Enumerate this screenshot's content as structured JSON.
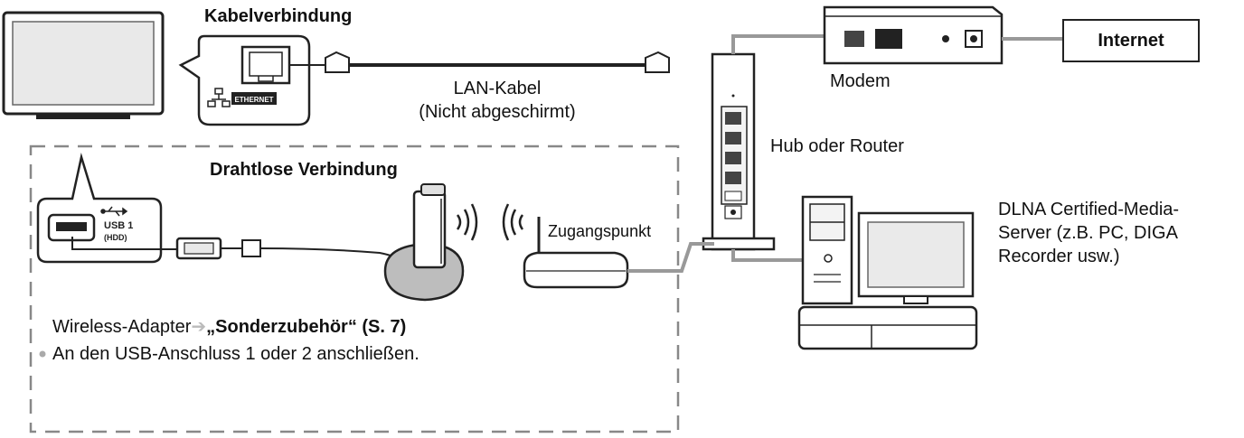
{
  "labels": {
    "wired_title": "Kabelverbindung",
    "ethernet_port_text": "ETHERNET",
    "lan_cable_line1": "LAN-Kabel",
    "lan_cable_line2": "(Nicht abgeschirmt)",
    "wireless_title": "Drahtlose Verbindung",
    "usb_port_line1": "USB 1",
    "usb_port_line2": "(HDD)",
    "access_point": "Zugangspunkt",
    "hub_router": "Hub oder Router",
    "modem": "Modem",
    "internet": "Internet",
    "dlna_line1": "DLNA Certified-Media-",
    "dlna_line2": "Server (z.B. PC, DIGA",
    "dlna_line3": "Recorder usw.)",
    "adapter_prefix": "Wireless-Adapter",
    "adapter_bold": "„Sonderzubehör“ (S. 7)",
    "usb_note": "An den USB-Anschluss 1 oder 2 anschließen."
  },
  "colors": {
    "line": "#222222",
    "device_fill": "#f3f3f3",
    "device_gray": "#bdbdbd",
    "cable_gray": "#999999",
    "dash": "#888888",
    "bullet": "#aaaaaa",
    "arrow": "#bbbbbb"
  }
}
